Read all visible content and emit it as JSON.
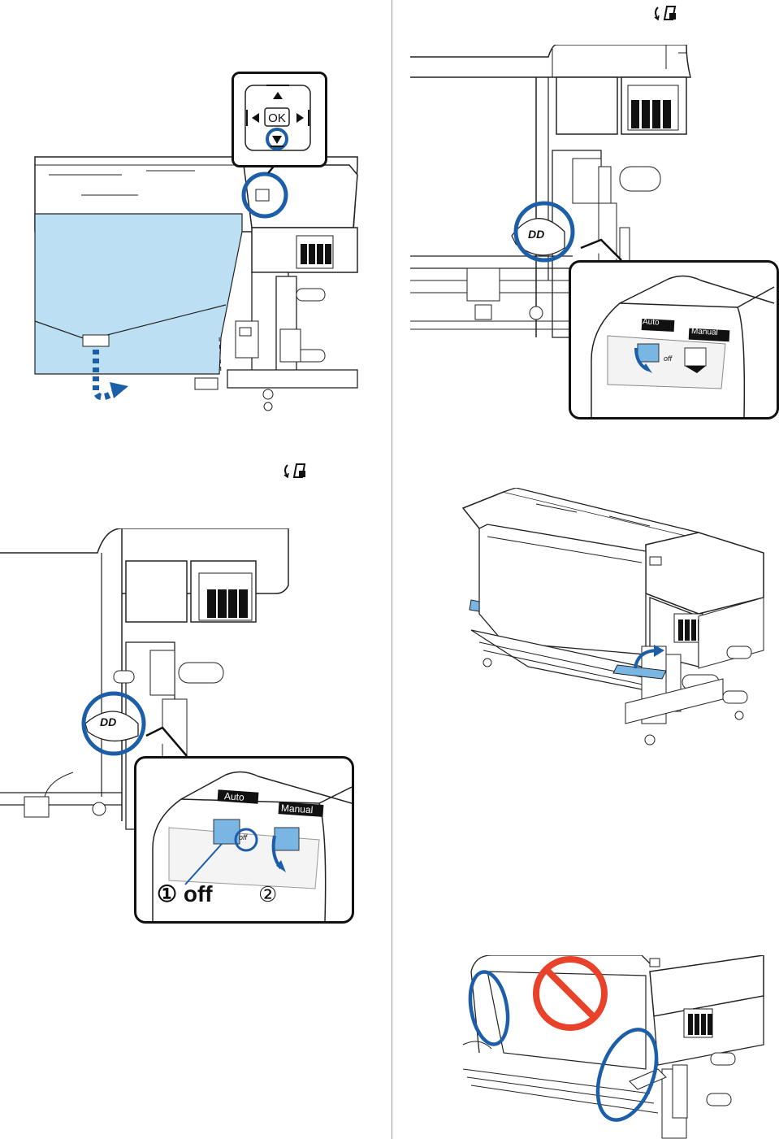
{
  "page": {
    "background": "#ffffff"
  },
  "colors": {
    "highlight_blue": "#1c5ea8",
    "media_blue": "#bcdff3",
    "switch_blue": "#79b6e3",
    "prohibit_red": "#e8432a",
    "line": "#222222"
  },
  "icons": {
    "takeup_right": "take-up-reel-icon",
    "takeup_left": "take-up-reel-icon"
  },
  "panel": {
    "ok_label": "OK",
    "arrows": [
      "up-arrow-icon",
      "down-arrow-icon",
      "left-arrow-icon",
      "right-arrow-icon"
    ]
  },
  "switch_box_top": {
    "auto_label": "Auto",
    "manual_label": "Manual",
    "off_label": "off"
  },
  "switch_box_bottom": {
    "auto_label": "Auto",
    "manual_label": "Manual",
    "off_label": "off",
    "step1_label": "① off",
    "step2_label": "②"
  },
  "dd_label": "DD"
}
